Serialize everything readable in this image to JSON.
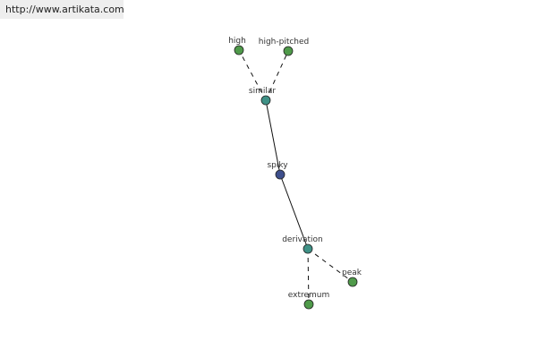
{
  "header": {
    "url": "http://www.artikata.com"
  },
  "colors": {
    "center": "#3e4f8c",
    "synonym": "#3f9186",
    "leaf": "#4f9a4a",
    "edge": "#111111",
    "label": "#333333"
  },
  "graph": {
    "nodes": [
      {
        "id": "spiky",
        "label": "spiky",
        "kind": "center"
      },
      {
        "id": "similar",
        "label": "similar",
        "kind": "synonym"
      },
      {
        "id": "derivation",
        "label": "derivation",
        "kind": "synonym"
      },
      {
        "id": "high",
        "label": "high",
        "kind": "leaf"
      },
      {
        "id": "high-pitched",
        "label": "high-pitched",
        "kind": "leaf"
      },
      {
        "id": "peak",
        "label": "peak",
        "kind": "leaf"
      },
      {
        "id": "extremum",
        "label": "extremum",
        "kind": "leaf"
      }
    ],
    "edges": [
      {
        "from": "spiky",
        "to": "similar",
        "style": "solid"
      },
      {
        "from": "spiky",
        "to": "derivation",
        "style": "solid"
      },
      {
        "from": "similar",
        "to": "high",
        "style": "dashed"
      },
      {
        "from": "similar",
        "to": "high-pitched",
        "style": "dashed"
      },
      {
        "from": "derivation",
        "to": "peak",
        "style": "dashed"
      },
      {
        "from": "derivation",
        "to": "extremum",
        "style": "dashed"
      }
    ]
  }
}
